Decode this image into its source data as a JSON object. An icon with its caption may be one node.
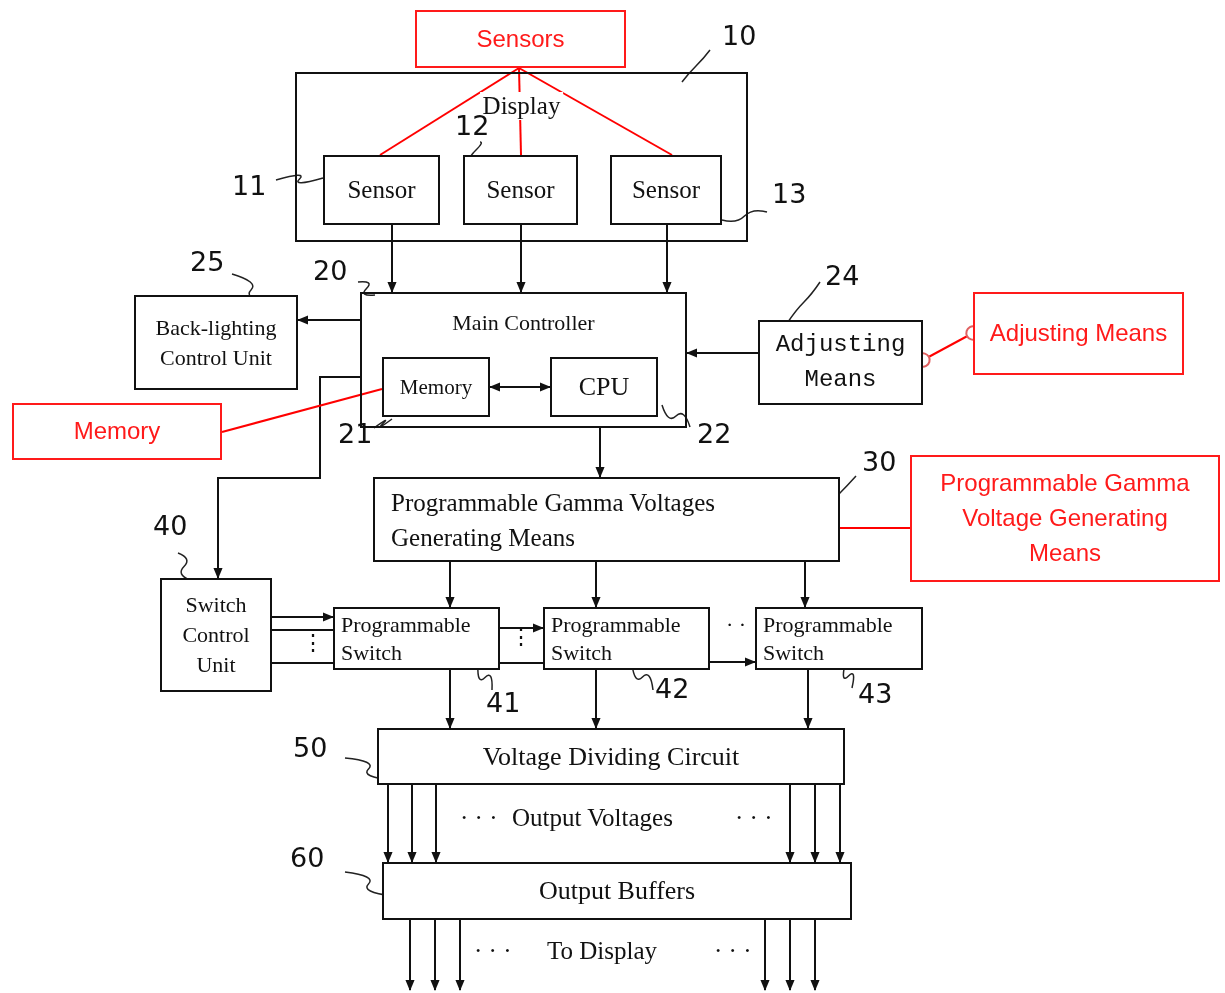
{
  "diagram": {
    "nodes": [
      {
        "text": [
          "Sensors"
        ]
      },
      {
        "text": [
          "Display"
        ],
        "beside": [
          "10"
        ]
      },
      {
        "text": [
          "Sensor"
        ],
        "in": 1,
        "beside": [
          "11"
        ]
      },
      {
        "text": [
          "Sensor"
        ],
        "in": 1,
        "beside": [
          "12"
        ]
      },
      {
        "text": [
          "Sensor"
        ],
        "in": 1,
        "beside": [
          "13"
        ]
      },
      {
        "text": [
          "Main Controller"
        ],
        "beside": [
          "20"
        ]
      },
      {
        "text": [
          "Memory"
        ],
        "in": 5,
        "beside": [
          "21"
        ]
      },
      {
        "text": [
          "CPU"
        ],
        "in": 5,
        "beside": [
          "22"
        ]
      },
      {
        "text": [
          "Back-lighting Control Unit"
        ],
        "beside": [
          "25"
        ]
      },
      {
        "text": [
          "Adjusting Means"
        ],
        "beside": [
          "24"
        ]
      },
      {
        "text": [
          "Adjusting Means"
        ]
      },
      {
        "text": [
          "Memory"
        ]
      },
      {
        "text": [
          "Programmable Gamma Voltages Generating Means"
        ],
        "beside": [
          "30"
        ]
      },
      {
        "text": [
          "Programmable Gamma Voltage Generating Means"
        ]
      },
      {
        "text": [
          "Switch Control Unit"
        ],
        "beside": [
          "40"
        ]
      },
      {
        "text": [
          "Programmable Switch"
        ],
        "beside": [
          "41"
        ]
      },
      {
        "text": [
          "Programmable Switch"
        ],
        "beside": [
          "42"
        ]
      },
      {
        "text": [
          "Programmable Switch"
        ],
        "beside": [
          "43"
        ]
      },
      {
        "text": [
          "Voltage Dividing Circuit"
        ],
        "beside": [
          "50"
        ]
      },
      {
        "text": [
          "Output Buffers"
        ],
        "beside": [
          "60"
        ]
      }
    ],
    "edges": [
      {
        "from": 0,
        "to": 2,
        "arrow": "none",
        "color": "#ff0000"
      },
      {
        "from": 0,
        "to": 3,
        "arrow": "none",
        "color": "#ff0000"
      },
      {
        "from": 0,
        "to": 4,
        "arrow": "none",
        "color": "#ff0000"
      },
      {
        "from": 2,
        "to": 5,
        "arrow": "to"
      },
      {
        "from": 3,
        "to": 5,
        "arrow": "to"
      },
      {
        "from": 4,
        "to": 5,
        "arrow": "to"
      },
      {
        "from": 5,
        "to": 8,
        "arrow": "to"
      },
      {
        "from": 9,
        "to": 5,
        "arrow": "to"
      },
      {
        "from": 6,
        "to": 7,
        "arrow": "both"
      },
      {
        "from": 5,
        "to": 12,
        "arrow": "to"
      },
      {
        "from": 5,
        "to": 14,
        "arrow": "to"
      },
      {
        "from": 12,
        "to": 15,
        "arrow": "to"
      },
      {
        "from": 12,
        "to": 16,
        "arrow": "to"
      },
      {
        "from": 12,
        "to": 17,
        "arrow": "to"
      },
      {
        "from": 14,
        "to": 15,
        "arrow": "to"
      },
      {
        "from": 14,
        "to": 15,
        "arrow": "none"
      },
      {
        "from": 14,
        "to": 15,
        "arrow": "none"
      },
      {
        "from": 15,
        "to": 16,
        "arrow": "to"
      },
      {
        "from": 15,
        "to": 16,
        "arrow": "none"
      },
      {
        "from": 16,
        "to": 17,
        "arrow": "to"
      },
      {
        "from": 15,
        "to": 18,
        "arrow": "to"
      },
      {
        "from": 16,
        "to": 18,
        "arrow": "to"
      },
      {
        "from": 17,
        "to": 18,
        "arrow": "to"
      },
      {
        "from": 18,
        "to": 19,
        "arrow": "to"
      },
      {
        "from": 18,
        "to": 19,
        "arrow": "to"
      },
      {
        "from": 18,
        "to": 19,
        "arrow": "to"
      },
      {
        "from": 18,
        "to": 19,
        "arrow": "to"
      },
      {
        "from": 18,
        "to": 19,
        "arrow": "to"
      },
      {
        "from": 18,
        "to": 19,
        "arrow": "to"
      },
      {
        "from": 19,
        "to": null,
        "arrow": "to"
      },
      {
        "from": 19,
        "to": null,
        "arrow": "to"
      },
      {
        "from": 19,
        "to": null,
        "arrow": "to"
      },
      {
        "from": 19,
        "to": null,
        "arrow": "to"
      },
      {
        "from": 19,
        "to": null,
        "arrow": "to"
      },
      {
        "from": 19,
        "to": null,
        "arrow": "to"
      },
      {
        "from": 11,
        "to": 6,
        "arrow": "none",
        "color": "#ff0000"
      },
      {
        "from": 13,
        "to": 12,
        "arrow": "none",
        "color": "#ff0000"
      },
      {
        "from": 10,
        "to": 9,
        "arrow": "other",
        "color": "#ff0000"
      }
    ],
    "labels": [
      "⋮",
      "⋮",
      "· ·",
      "· · ·",
      "Output Voltages",
      "· · ·",
      "· · ·",
      "To Display",
      "· · ·"
    ]
  }
}
